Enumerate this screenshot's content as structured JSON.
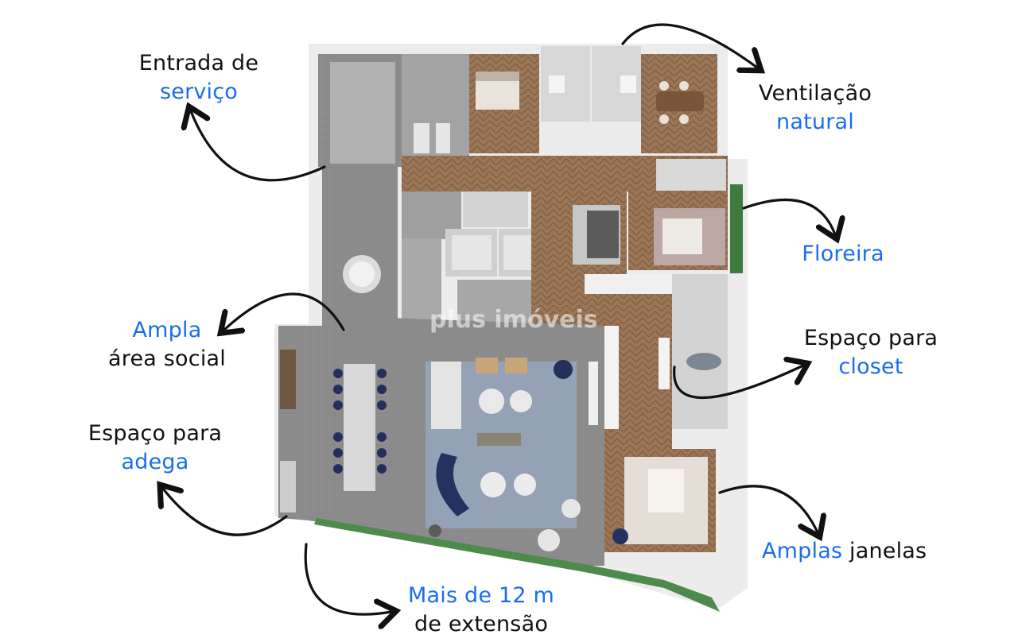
{
  "labels": {
    "entrada": {
      "line1": "Entrada de",
      "line2": "serviço"
    },
    "ventilacao": {
      "line1": "Ventilação",
      "line2": "natural"
    },
    "floreira": {
      "line1": "Floreira"
    },
    "ampla": {
      "line1": "Ampla",
      "line2": "área social"
    },
    "espaco_closet": {
      "line1": "Espaço para",
      "line2": "closet"
    },
    "espaco_adega": {
      "line1": "Espaço para",
      "line2": "adega"
    },
    "amplas": {
      "blue": "Amplas",
      "black": " janelas"
    },
    "mais": {
      "line1": "Mais de 12 m",
      "line2": "de extensão"
    }
  },
  "watermark": "plus imóveis",
  "colors": {
    "accent": "#1a6fe8",
    "text": "#111111",
    "floor_gray": "#8f8f8f",
    "wood": "#9a7556",
    "wall": "#f3f3f3"
  }
}
